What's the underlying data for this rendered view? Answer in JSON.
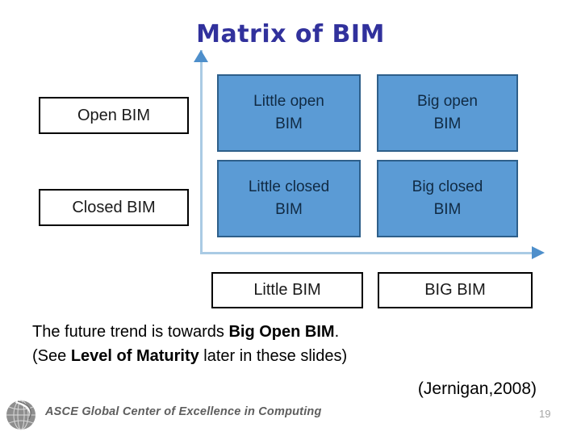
{
  "slide": {
    "title": "Matrix of BIM",
    "title_color": "#31319c",
    "background": "#ffffff"
  },
  "axes": {
    "vertical_arrow": "up-arrow",
    "horizontal_arrow": "right-arrow",
    "line_color": "#aacbe4",
    "arrowhead_color": "#4e8fcb"
  },
  "matrix": {
    "cell_fill": "#5b9bd5",
    "cell_border": "#2e5f8a",
    "row_labels": [
      {
        "label": "Open BIM"
      },
      {
        "label": "Closed BIM"
      }
    ],
    "column_labels": [
      {
        "label": "Little BIM"
      },
      {
        "label": "BIG BIM"
      }
    ],
    "cells": [
      {
        "line1": "Little open",
        "line2": "BIM"
      },
      {
        "line1": "Big open",
        "line2": "BIM"
      },
      {
        "line1": "Little closed",
        "line2": "BIM"
      },
      {
        "line1": "Big closed",
        "line2": "BIM"
      }
    ]
  },
  "body": {
    "line1_prefix": "The future trend is towards ",
    "line1_bold": "Big Open BIM",
    "line1_suffix": ".",
    "line2_prefix": "(See ",
    "line2_bold": "Level of Maturity",
    "line2_suffix": " later in these slides)",
    "citation": "(Jernigan,2008)"
  },
  "footer": {
    "logo": "globe-logo",
    "text": "ASCE Global Center of Excellence in Computing",
    "text_color": "#5e5e5e",
    "page_number": "19"
  }
}
